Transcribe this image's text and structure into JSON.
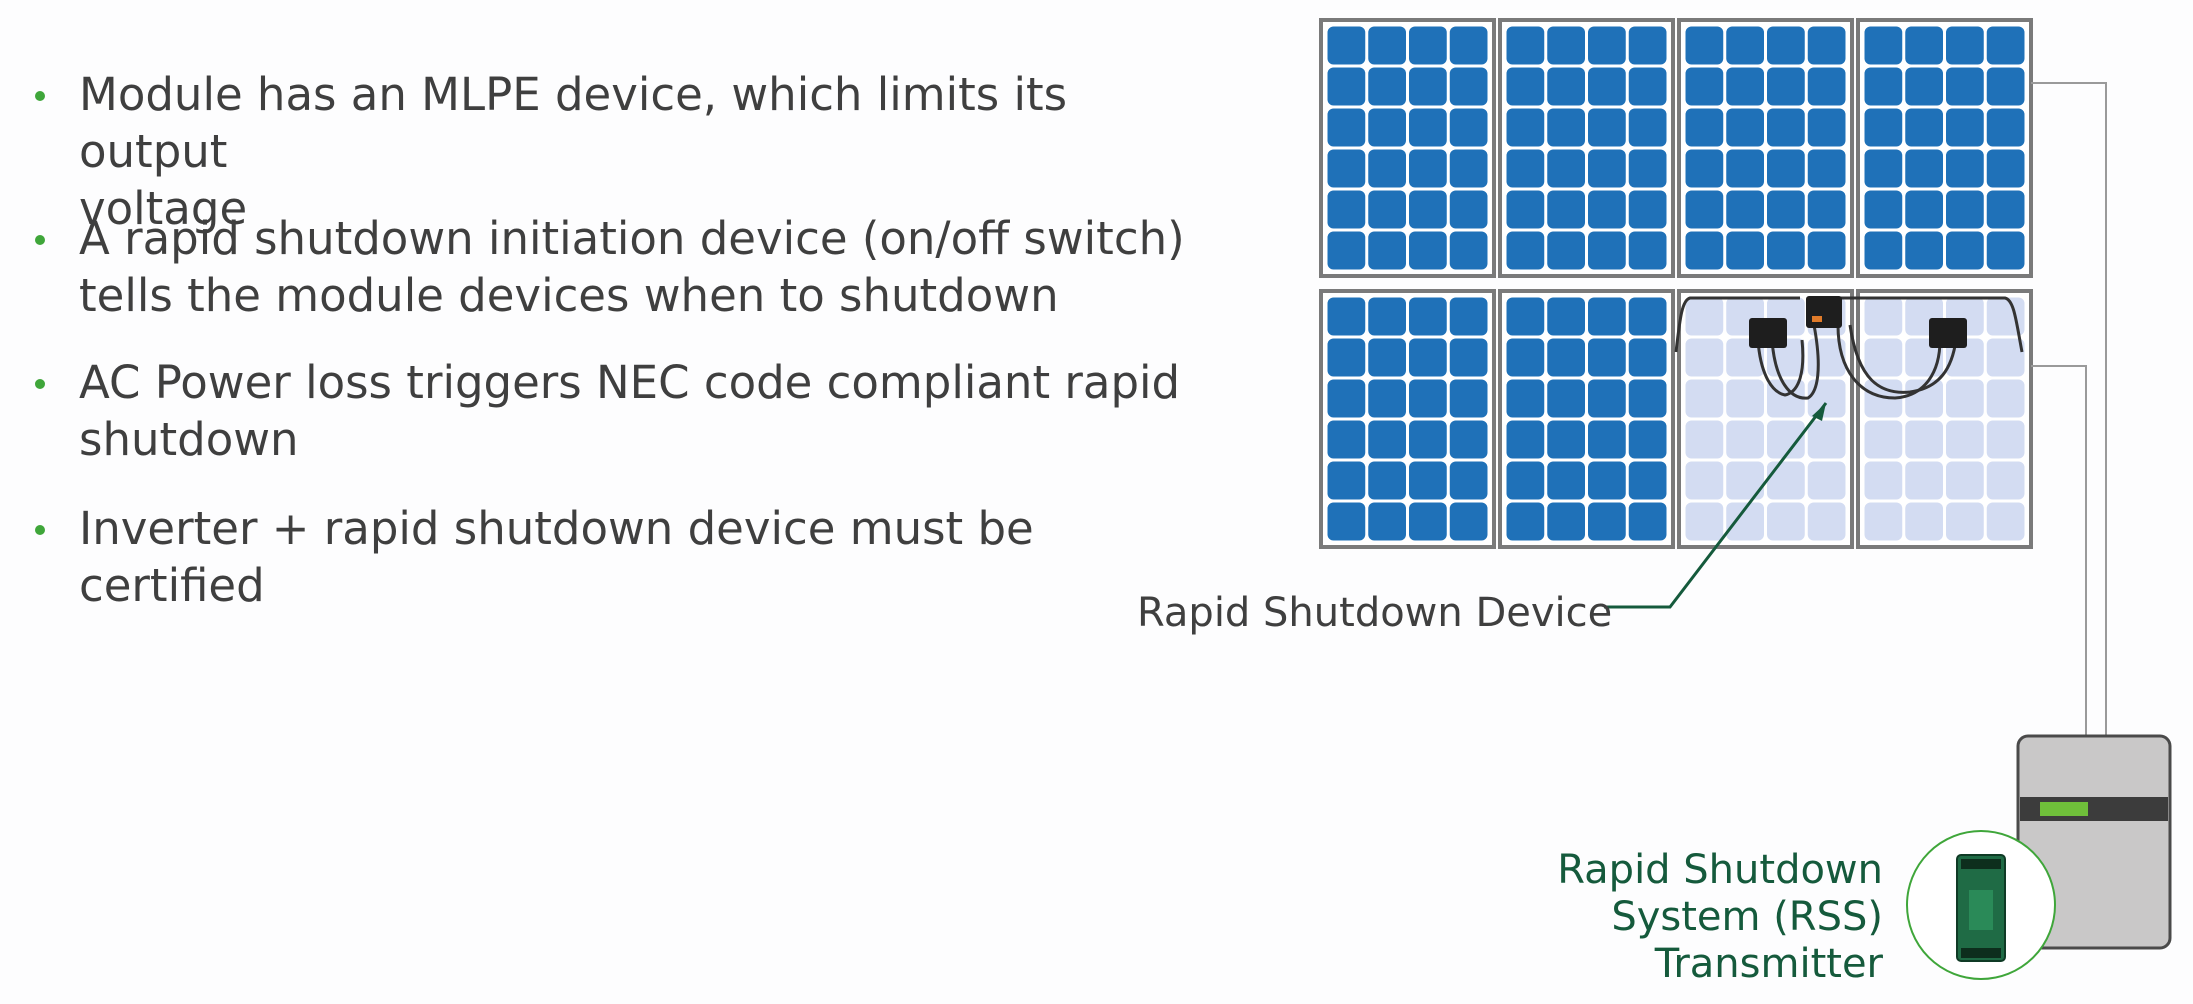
{
  "bullets": [
    {
      "line1": "Module has an MLPE device, which limits its output",
      "line2": "voltage"
    },
    {
      "line1": "A rapid shutdown initiation device (on/off switch)",
      "line2": "tells the module devices when to shutdown"
    },
    {
      "line1": "AC Power loss triggers NEC code compliant rapid",
      "line2": "shutdown"
    },
    {
      "line1": "Inverter + rapid shutdown device must be certified",
      "line2": ""
    }
  ],
  "diagram": {
    "rsd_label": "Rapid Shutdown Device",
    "rss_label": {
      "line1": "Rapid Shutdown",
      "line2": "System (RSS)",
      "line3": "Transmitter"
    }
  },
  "colors": {
    "bullet_dot": "#3fa63a",
    "panel_cell": "#1f71b8",
    "panel_cell_light": "#d3dcf2",
    "panel_frame": "#7a7a7a",
    "label_green": "#155a3c",
    "leader_line": "#155a3c",
    "inverter_body": "#c9c8c8",
    "inverter_band": "#3c3c3c",
    "inverter_light": "#6fbf3a"
  }
}
